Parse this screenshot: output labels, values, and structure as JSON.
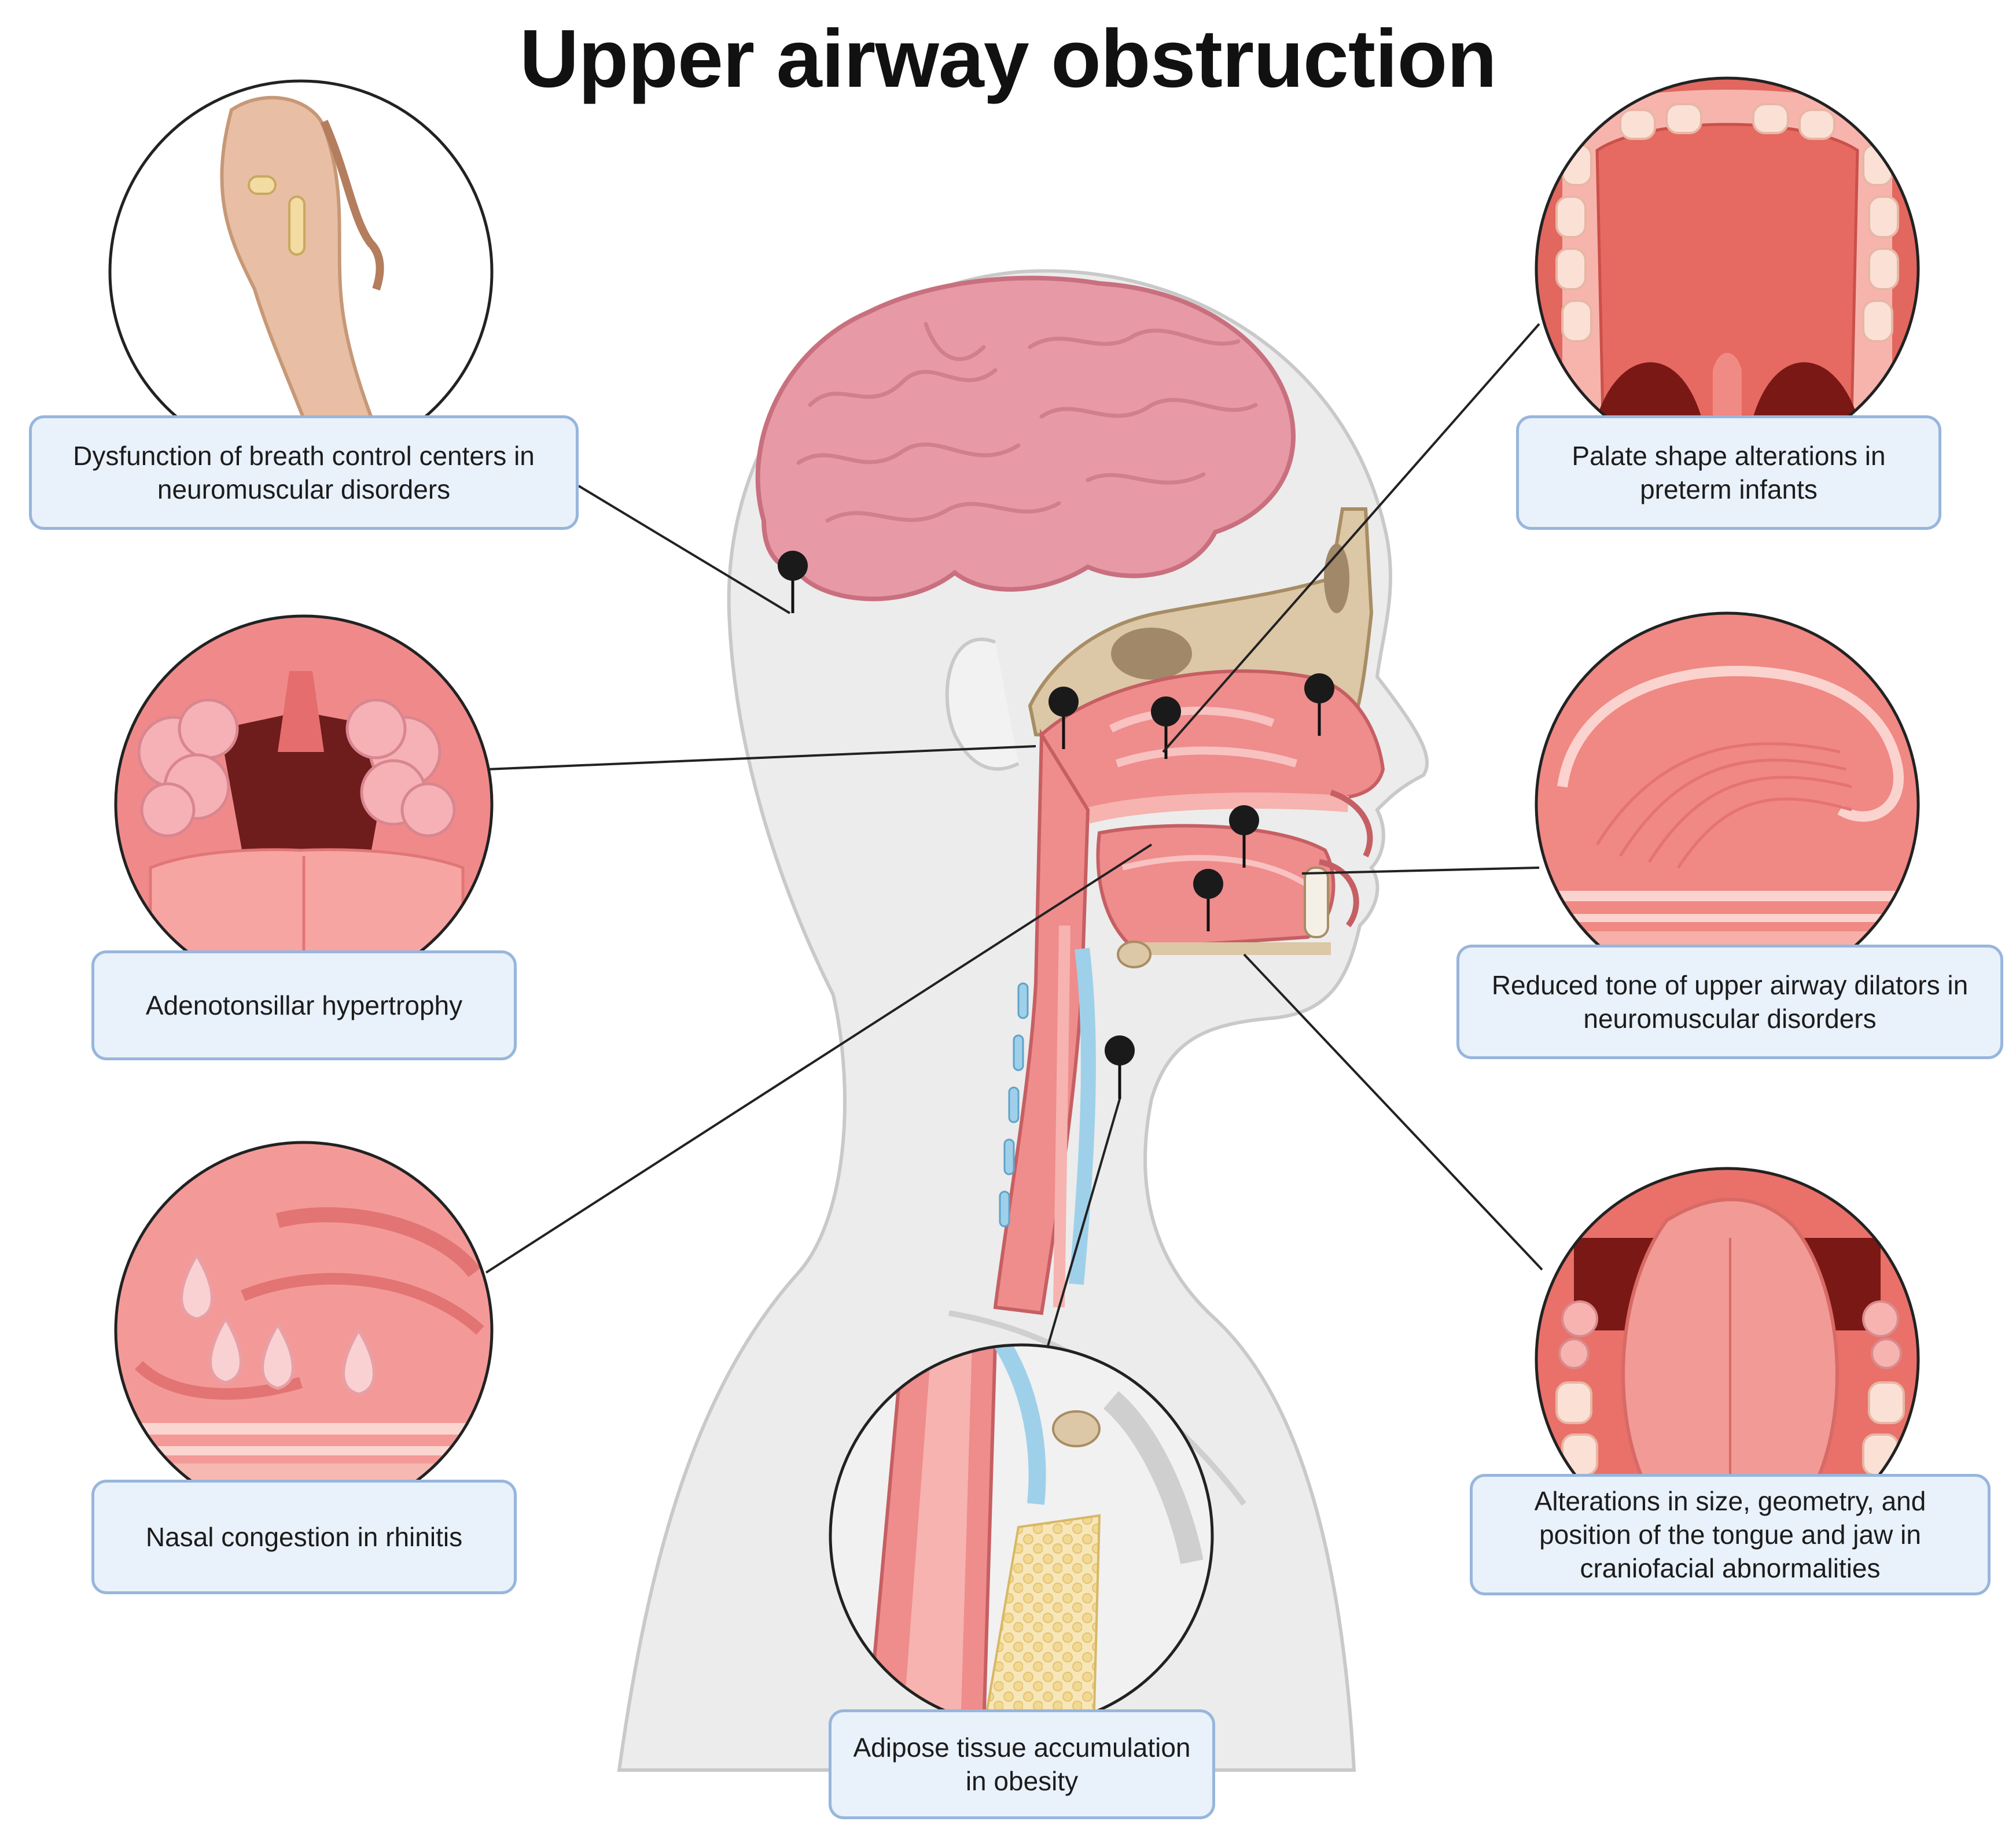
{
  "title": "Upper airway obstruction",
  "callouts": {
    "breath_control": "Dysfunction of breath control centers in neuromuscular disorders",
    "adenotonsillar": "Adenotonsillar hypertrophy",
    "nasal": "Nasal congestion in rhinitis",
    "adipose": "Adipose tissue accumulation in obesity",
    "palate": "Palate shape alterations in preterm infants",
    "dilators": "Reduced tone of upper airway dilators in neuromuscular disorders",
    "tongue_jaw": "Alterations in size, geometry, and position of the tongue and jaw in craniofacial abnormalities"
  },
  "icons": {
    "marker": "pin-marker-icon"
  },
  "colors": {
    "label_fill": "#e9f1fb",
    "label_border": "#98b6dc",
    "tissue_pink": "#ef8c8c",
    "mucosa_light": "#f6b3b0",
    "brain": "#e79aa5",
    "bone": "#dcc7a6",
    "cartilage": "#9fd0ea",
    "fat": "#f5e2ad",
    "head_silhouette": "#ececec"
  }
}
